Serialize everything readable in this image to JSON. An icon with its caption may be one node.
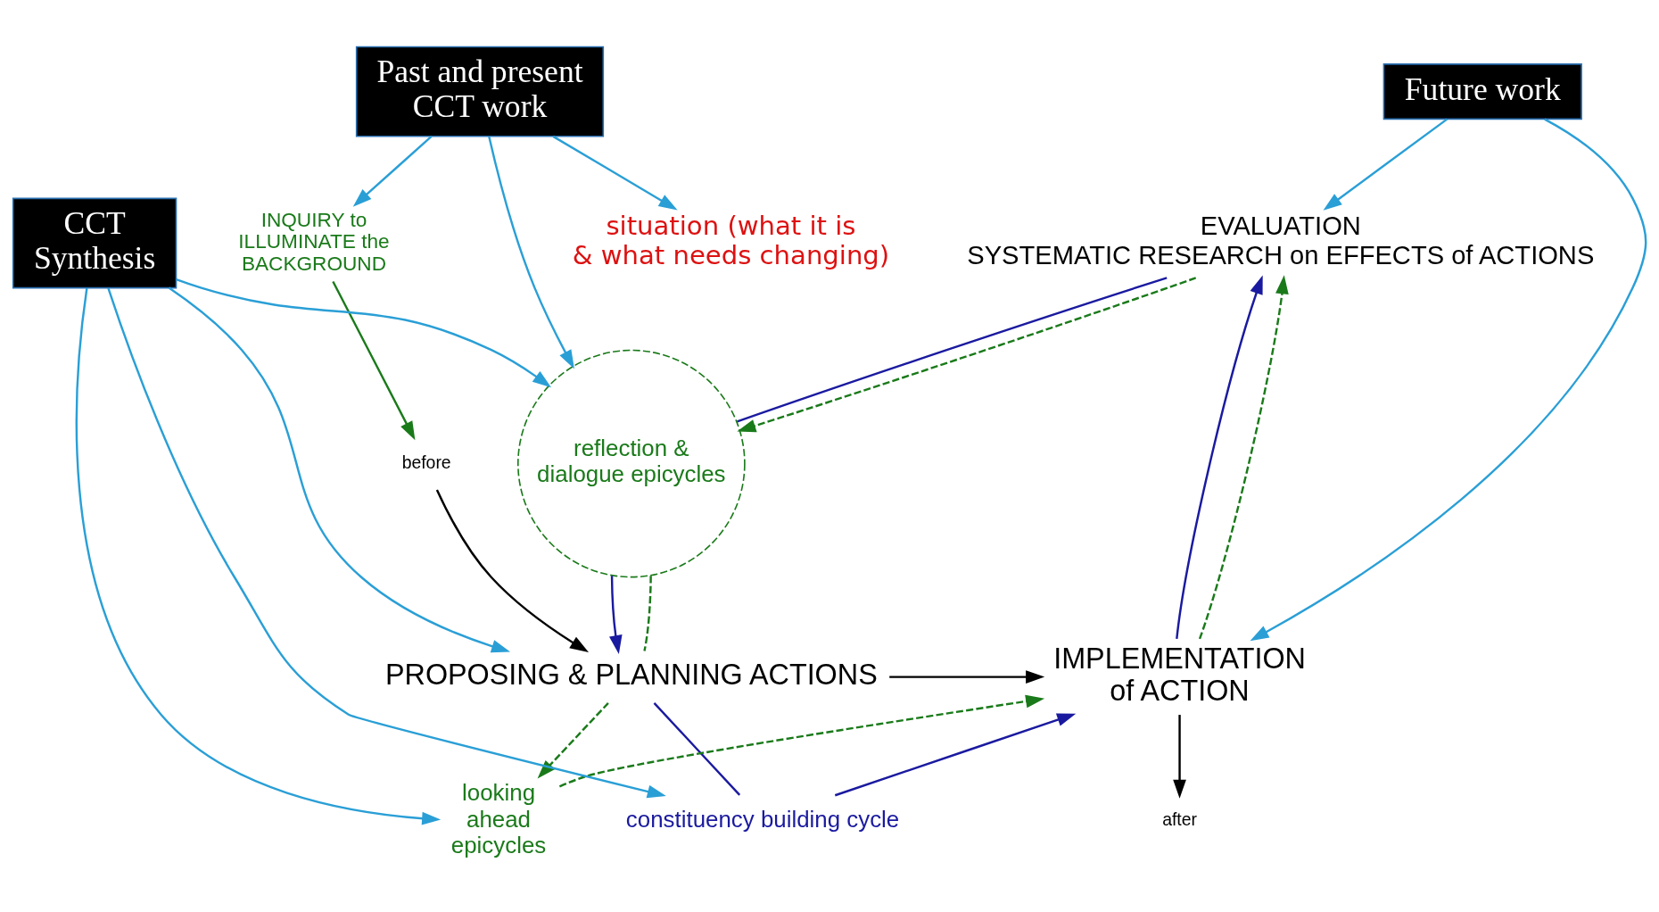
{
  "diagram": {
    "nodes": [
      {
        "text": [
          "Future work"
        ]
      },
      {
        "text": [
          "EVALUATION",
          "SYSTEMATIC RESEARCH on EFFECTS of ACTIONS"
        ]
      },
      {
        "text": [
          "Past and present CCT work"
        ]
      },
      {
        "text": [
          "after"
        ]
      },
      {
        "text": [
          "before"
        ]
      },
      {
        "text": [
          "INQUIRY to ILLUMINATE the BACKGROUND"
        ]
      },
      {
        "text": [
          "reflection & dialogue epicycles"
        ]
      },
      {
        "text": [
          "situation (what it is & what needs changing)"
        ]
      },
      {
        "text": [
          "IMPLEMENTATION",
          "of ACTION"
        ]
      },
      {
        "text": [
          "PROPOSING & PLANNING ACTIONS"
        ]
      },
      {
        "text": [
          "constituency building cycle"
        ]
      },
      {
        "text": [
          "looking ahead epicycles"
        ]
      },
      {
        "text": [
          "CCT Synthesis"
        ]
      }
    ],
    "edges": [
      {
        "from": 0,
        "to": 1,
        "arrow": "to"
      },
      {
        "from": 0,
        "to": 8,
        "arrow": "to"
      },
      {
        "from": 2,
        "to": 5,
        "arrow": "to"
      },
      {
        "from": 2,
        "to": 7,
        "arrow": "to"
      },
      {
        "from": 2,
        "to": 6,
        "arrow": "to"
      },
      {
        "from": 8,
        "to": 3,
        "arrow": "to",
        "color": "#000000"
      },
      {
        "from": 4,
        "to": 9,
        "arrow": "to",
        "color": "#000000"
      },
      {
        "from": 9,
        "to": 8,
        "arrow": "to",
        "color": "#000000"
      },
      {
        "from": 5,
        "to": 4,
        "arrow": "to",
        "color": "#1a7a1a"
      },
      {
        "from": 8,
        "to": 1,
        "arrow": "to",
        "color": "#1a1aa0"
      },
      {
        "from": 1,
        "to": 6,
        "arrow": "none",
        "color": "#1a1aa0"
      },
      {
        "from": 6,
        "to": 9,
        "arrow": "to",
        "color": "#1a1aa0"
      },
      {
        "from": 9,
        "to": 10,
        "arrow": "none",
        "color": "#1a1aa0"
      },
      {
        "from": 10,
        "to": 8,
        "arrow": "to",
        "color": "#1a1aa0"
      },
      {
        "from": 8,
        "to": 1,
        "arrow": "to",
        "style": "dashed",
        "color": "#1a7a1a"
      },
      {
        "from": 1,
        "to": 6,
        "arrow": "to",
        "style": "dashed",
        "color": "#1a7a1a"
      },
      {
        "from": 6,
        "to": 9,
        "arrow": "none",
        "style": "dashed",
        "color": "#1a7a1a"
      },
      {
        "from": 9,
        "to": 11,
        "arrow": "to",
        "style": "dashed",
        "color": "#1a7a1a"
      },
      {
        "from": 11,
        "to": 8,
        "arrow": "to",
        "style": "dashed",
        "color": "#1a7a1a"
      },
      {
        "from": 12,
        "to": 10,
        "arrow": "to"
      },
      {
        "from": 12,
        "to": 9,
        "arrow": "to"
      },
      {
        "from": 12,
        "to": 11,
        "arrow": "to"
      },
      {
        "from": 12,
        "to": 6,
        "arrow": "to"
      }
    ]
  }
}
